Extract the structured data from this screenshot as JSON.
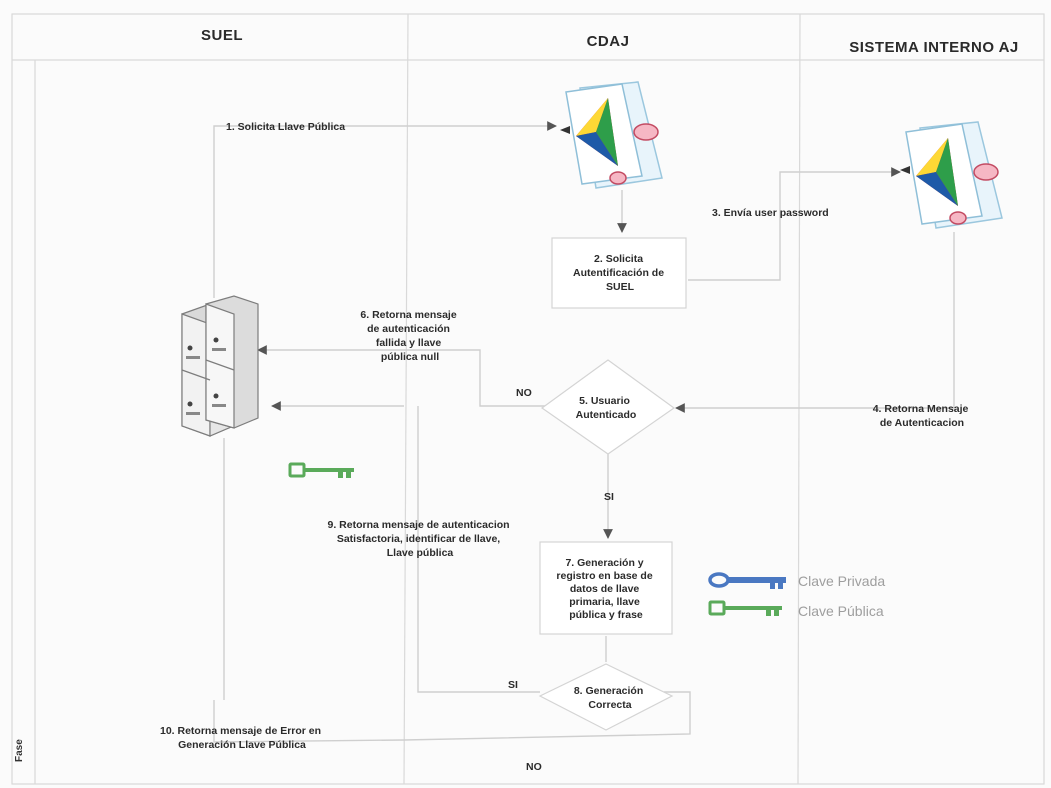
{
  "lanes": {
    "suel": "SUEL",
    "cdaj": "CDAJ",
    "interno": "SISTEMA INTERNO AJ"
  },
  "steps": {
    "s1": "1. Solicita Llave Pública",
    "s2": [
      "2. Solicita",
      "Autentificación de",
      "SUEL"
    ],
    "s3": "3. Envía user password",
    "s4": [
      "4. Retorna Mensaje",
      "de Autenticacion"
    ],
    "s5": [
      "5. Usuario",
      "Autenticado"
    ],
    "s6": [
      "6. Retorna mensaje",
      "de autenticación",
      "fallida y llave",
      "pública null"
    ],
    "s7": [
      "7. Generación y",
      "registro en base de",
      "datos de llave",
      "primaria, llave",
      "pública y frase"
    ],
    "s8": [
      "8. Generación",
      "Correcta"
    ],
    "s9": [
      "9. Retorna mensaje de autenticacion",
      "Satisfactoria, identificar de llave,",
      "Llave pública"
    ],
    "s10": [
      "10. Retorna mensaje de Error en",
      "Generación Llave Pública"
    ]
  },
  "decisions": {
    "no_top": "NO",
    "si_mid": "SI",
    "si_low": "SI",
    "no_bottom": "NO"
  },
  "legend": {
    "private": "Clave Privada",
    "public": "Clave Pública",
    "private_color": "#4a78c2",
    "public_color": "#5aaa5a"
  },
  "side_label": "Fase"
}
